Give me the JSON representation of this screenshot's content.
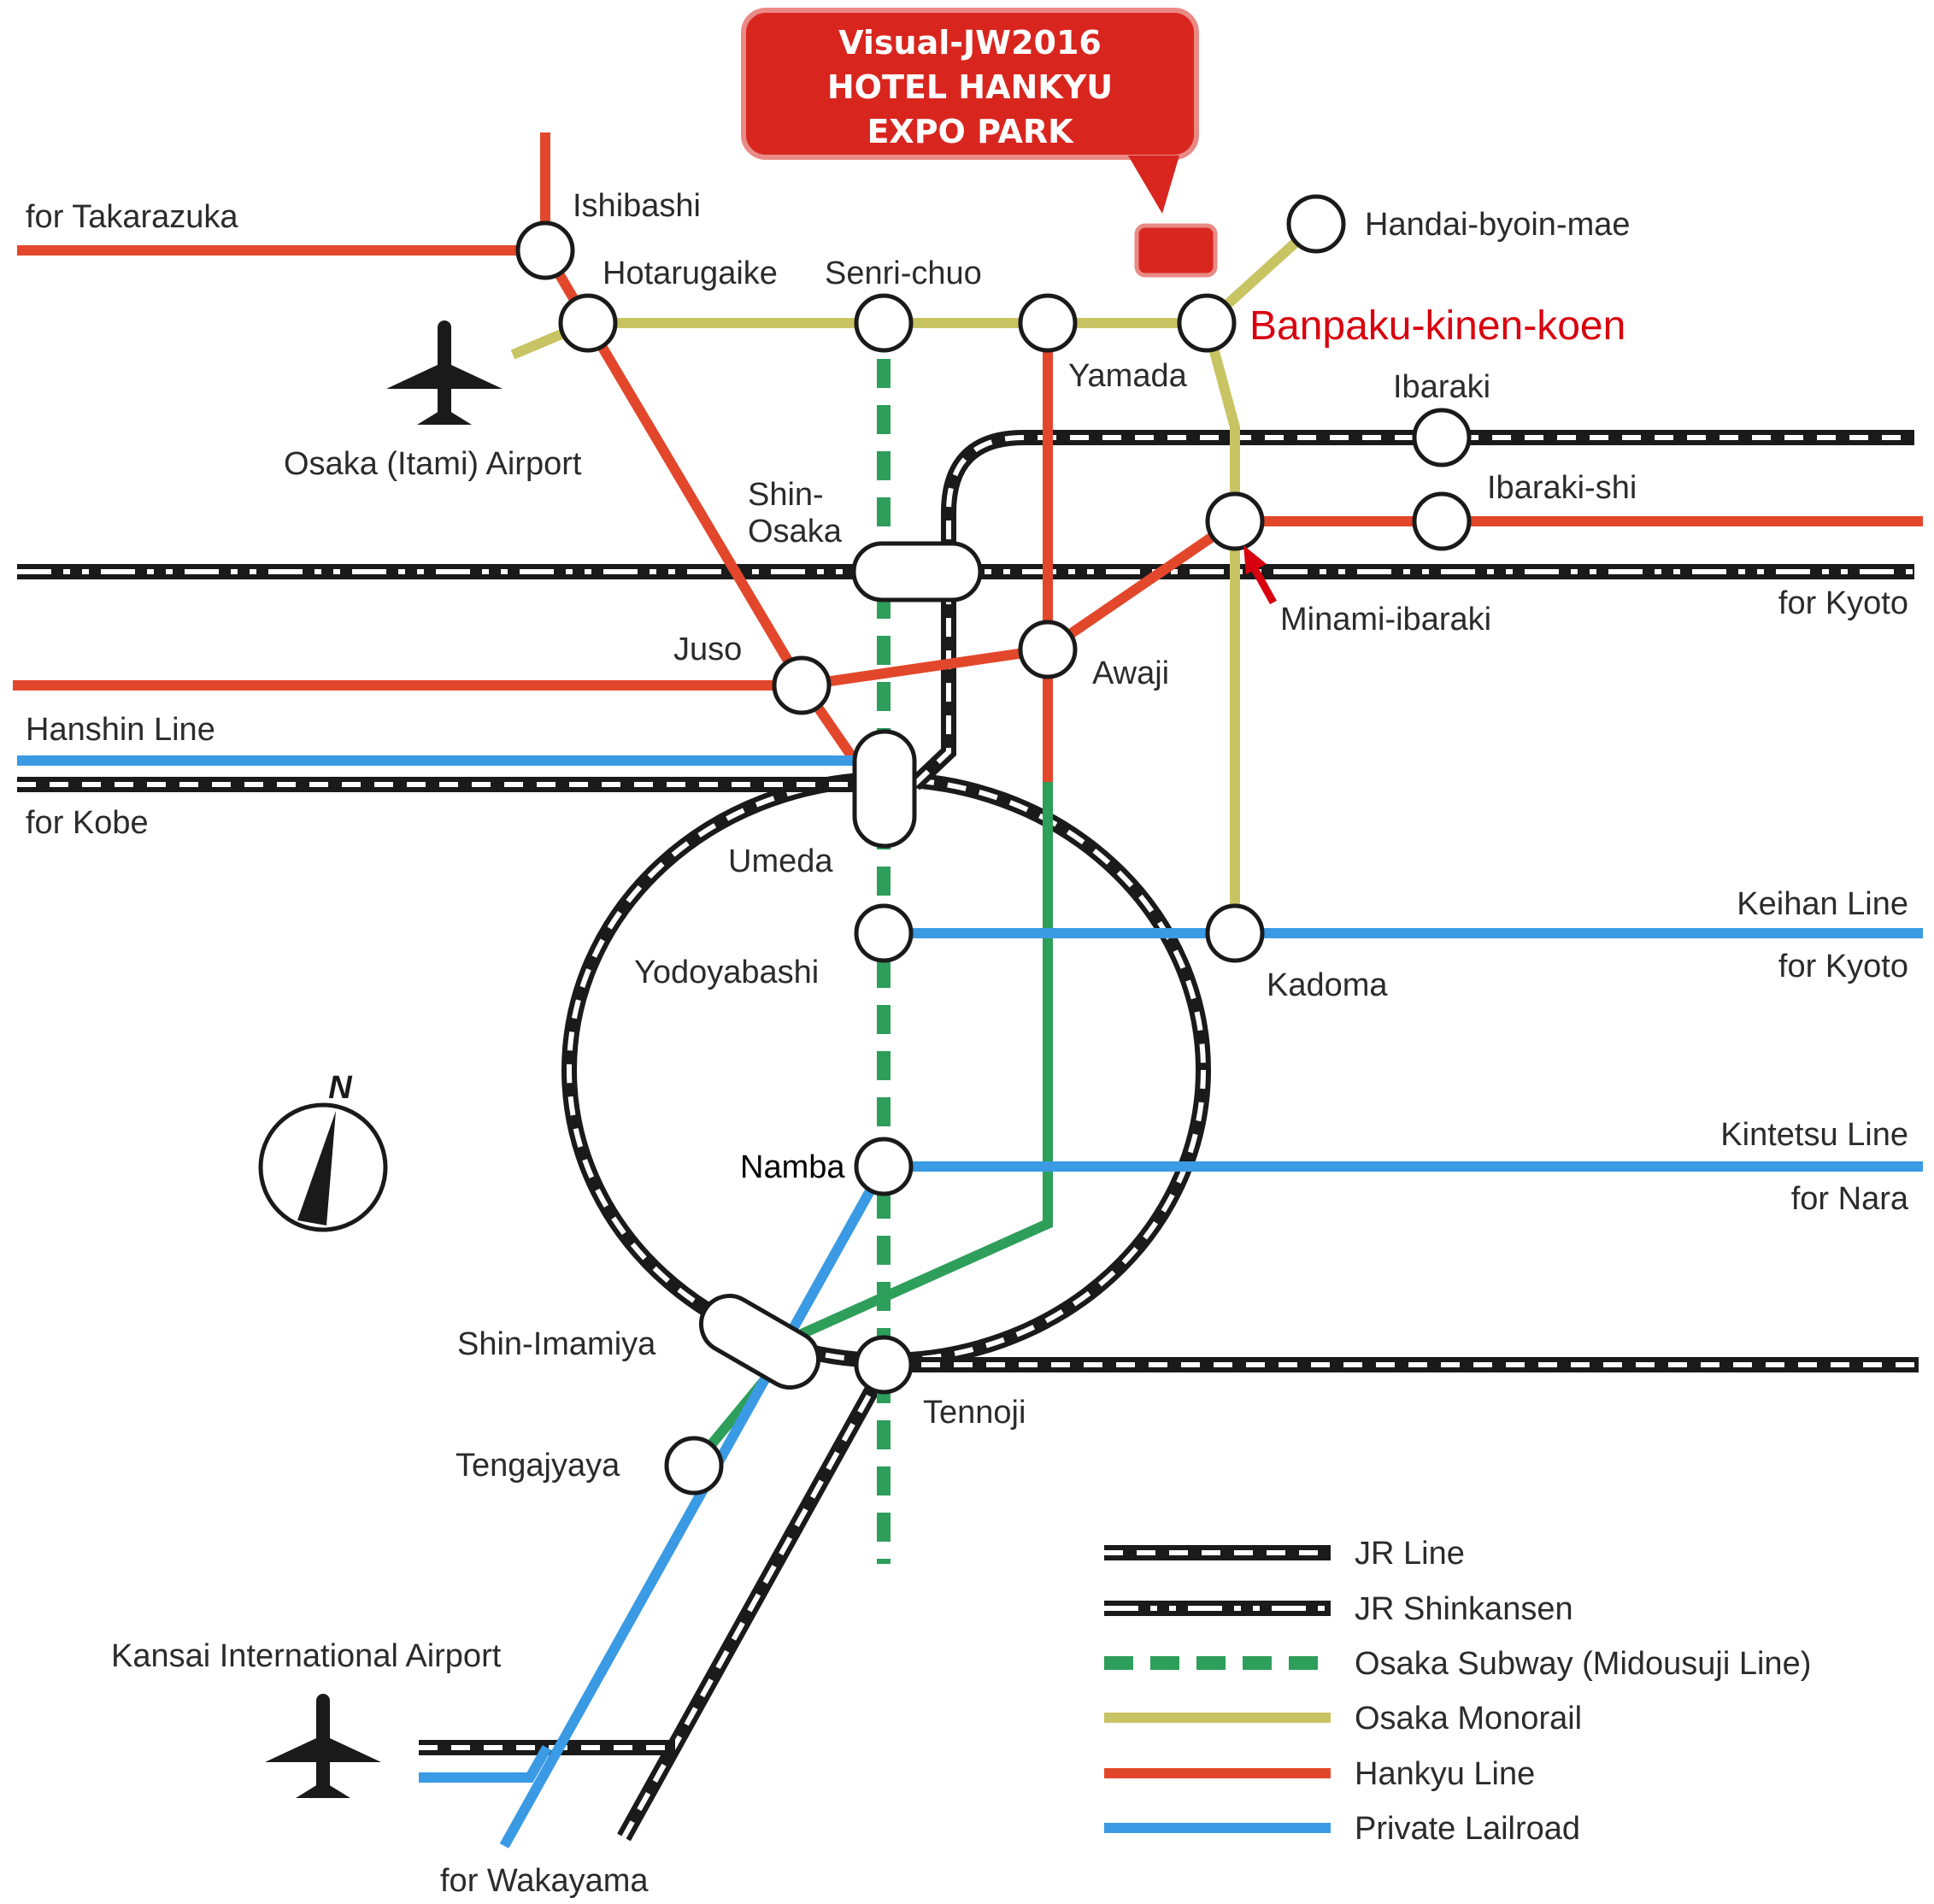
{
  "callout": {
    "line1": "Visual-JW2016",
    "line2": "HOTEL HANKYU",
    "line3": "EXPO PARK"
  },
  "highlight_station": "Banpaku-kinen-koen",
  "stations": {
    "ishibashi": "Ishibashi",
    "hotarugaike": "Hotarugaike",
    "senri_chuo": "Senri-chuo",
    "yamada": "Yamada",
    "handai": "Handai-byoin-mae",
    "ibaraki": "Ibaraki",
    "ibaraki_shi": "Ibaraki-shi",
    "minami_ibaraki": "Minami-ibaraki",
    "shin_osaka_1": "Shin-",
    "shin_osaka_2": "Osaka",
    "juso": "Juso",
    "awaji": "Awaji",
    "umeda": "Umeda",
    "yodoyabashi": "Yodoyabashi",
    "kadoma": "Kadoma",
    "namba": "Namba",
    "shin_imamiya": "Shin-Imamiya",
    "tennoji": "Tennoji",
    "tengajyaya": "Tengajyaya"
  },
  "places": {
    "takarazuka": "for Takarazuka",
    "itami": "Osaka (Itami) Airport",
    "kyoto_1": "for Kyoto",
    "hanshin": "Hanshin Line",
    "kobe": "for Kobe",
    "keihan": "Keihan Line",
    "kyoto_2": "for Kyoto",
    "kintetsu": "Kintetsu Line",
    "nara": "for Nara",
    "kansai": "Kansai International Airport",
    "wakayama": "for Wakayama",
    "north": "N"
  },
  "legend": [
    {
      "label": "JR Line",
      "color": "#1a1a1a"
    },
    {
      "label": "JR Shinkansen",
      "color": "#1a1a1a"
    },
    {
      "label": "Osaka Subway (Midousuji Line)",
      "color": "#2e9e5b"
    },
    {
      "label": "Osaka Monorail",
      "color": "#c8c463"
    },
    {
      "label": "Hankyu Line",
      "color": "#e2472b"
    },
    {
      "label": "Private Lailroad",
      "color": "#3a9ae4"
    }
  ],
  "colors": {
    "jr": "#1a1a1a",
    "subway": "#2e9e5b",
    "monorail": "#c8c463",
    "hankyu": "#e2472b",
    "private": "#3a9ae4",
    "callout": "#d8261f"
  },
  "icons": [
    "airplane-icon",
    "airplane-icon",
    "north-compass-icon",
    "hotel-marker-icon"
  ]
}
